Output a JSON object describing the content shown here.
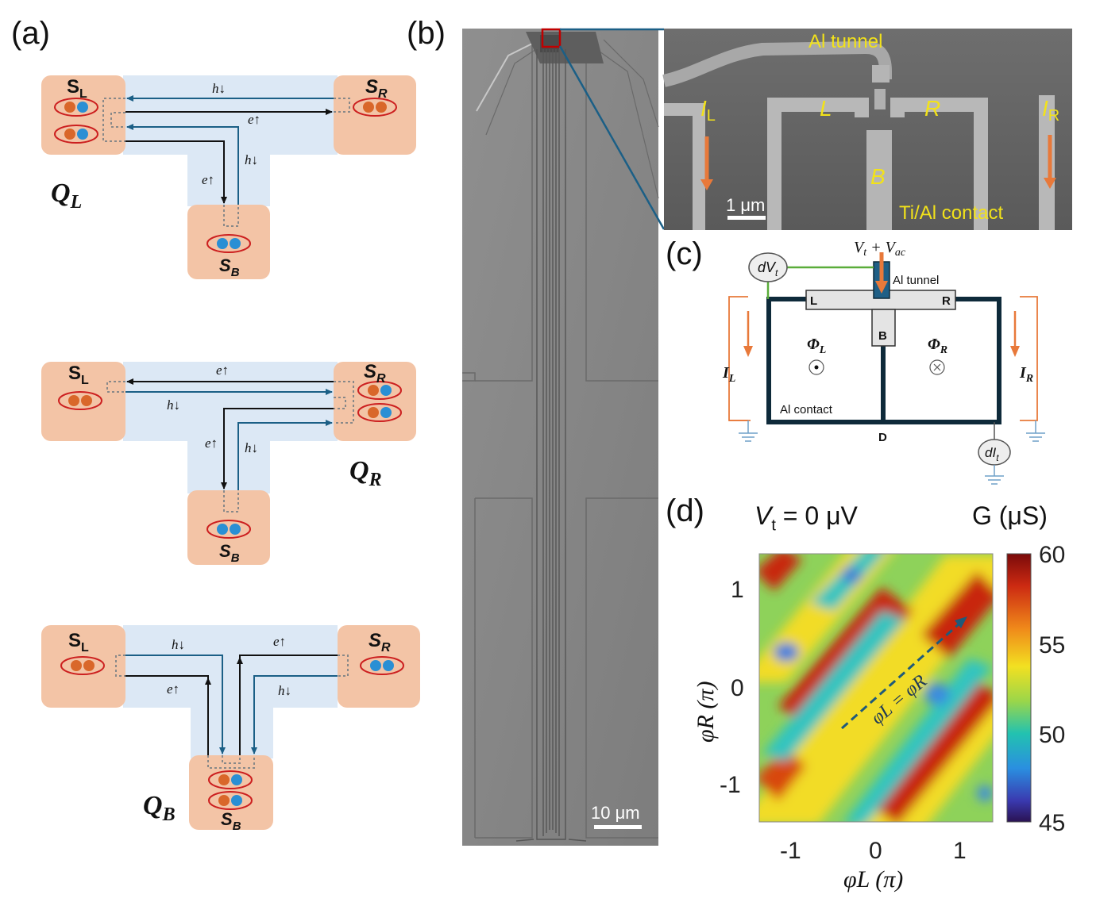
{
  "panels": {
    "a": {
      "label": "(a)",
      "diagrams": [
        {
          "q_label": "Q",
          "q_sub": "L",
          "sL": "S",
          "sL_sub": "L",
          "sR": "S",
          "sR_sub": "R",
          "sB": "S",
          "sB_sub": "B",
          "h_top": "h↓",
          "e_mid": "e↑",
          "h_stem": "h↓",
          "e_stem": "e↑"
        },
        {
          "q_label": "Q",
          "q_sub": "R",
          "sL": "S",
          "sL_sub": "L",
          "sR": "S",
          "sR_sub": "R",
          "sB": "S",
          "sB_sub": "B",
          "e_top": "e↑",
          "h_mid": "h↓",
          "e_stem": "e↑",
          "h_stem": "h↓"
        },
        {
          "q_label": "Q",
          "q_sub": "B",
          "sL": "S",
          "sL_sub": "L",
          "sR": "S",
          "sR_sub": "R",
          "sB": "S",
          "sB_sub": "B",
          "h_left": "h↓",
          "e_left": "e↑",
          "e_right": "e↑",
          "h_right": "h↓"
        }
      ]
    },
    "b": {
      "label": "(b)",
      "scale_large": "10 μm",
      "scale_inset": "1 μm",
      "inset_labels": {
        "tunnel": "Al tunnel",
        "IL": "I",
        "IL_sub": "L",
        "IR": "I",
        "IR_sub": "R",
        "L": "L",
        "R": "R",
        "B": "B",
        "contact": "Ti/Al contact"
      }
    },
    "c": {
      "label": "(c)",
      "vt": "V",
      "vt_sub": "t",
      "vac_plus": " + V",
      "vac_sub": "ac",
      "dvt": "dV",
      "dvt_sub": "t",
      "tunnel": "Al tunnel",
      "L": "L",
      "R": "R",
      "B": "B",
      "D": "D",
      "phiL": "Φ",
      "phiL_sub": "L",
      "phiR": "Φ",
      "phiR_sub": "R",
      "IL": "I",
      "IL_sub": "L",
      "IR": "I",
      "IR_sub": "R",
      "contact": "Al contact",
      "dit": "dI",
      "dit_sub": "t"
    },
    "d": {
      "label": "(d)",
      "title": "V",
      "title_sub": "t",
      "title_rest": " = 0 μV",
      "cbar_title": "G (μS)",
      "annotation": "φL = φR"
    }
  },
  "chart_data": {
    "type": "heatmap",
    "title": "Vt = 0 μV",
    "xlabel": "φL (π)",
    "ylabel": "φR (π)",
    "xticks": [
      "-1",
      "0",
      "1"
    ],
    "yticks": [
      "1",
      "0",
      "-1"
    ],
    "xlim": [
      -1.4,
      1.4
    ],
    "ylim": [
      -1.4,
      1.4
    ],
    "colorbar": {
      "label": "G (μS)",
      "ticks": [
        60,
        55,
        50,
        45
      ],
      "range": [
        45,
        60
      ]
    },
    "annotation": "φL = φR",
    "description_values": {
      "max_G": 60,
      "min_G": 45
    }
  },
  "colors": {
    "super_fill": "#f3c4a6",
    "channel_fill": "#dce8f5",
    "arrow_blue": "#1b5f86",
    "arrow_black": "#111111",
    "orange": "#e8793a",
    "ellipse_red": "#cc1f1f",
    "ball_orange": "#d9672a",
    "ball_blue": "#2a8fd4",
    "frame": "#0e2a3a",
    "green_line": "#5aad3a",
    "yellow": "#f2e21a"
  }
}
